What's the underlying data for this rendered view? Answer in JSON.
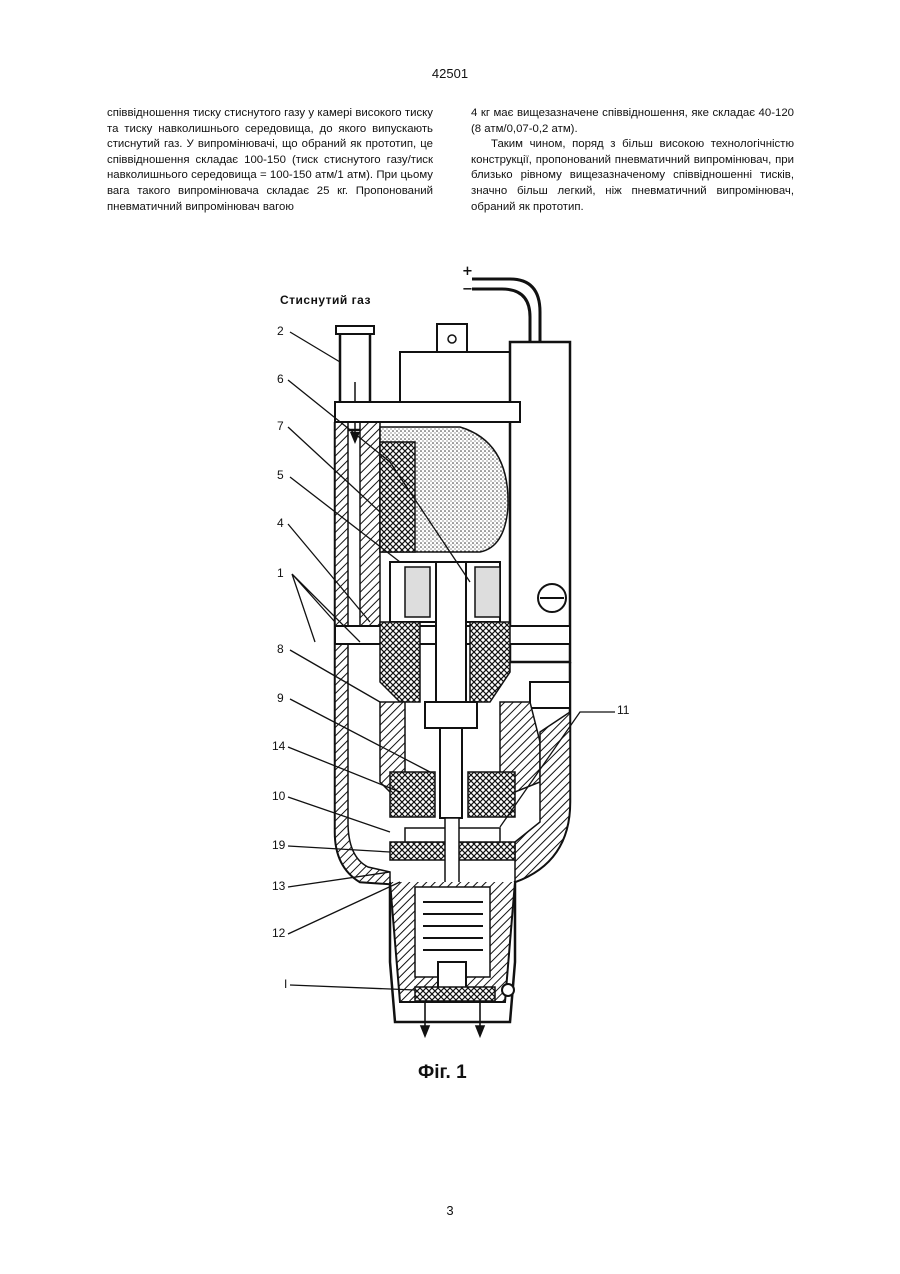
{
  "header": {
    "page_id": "42501"
  },
  "left_column": {
    "paragraphs": [
      "співвідношення тиску стиснутого газу у камері високого тиску та тиску навколишнього середовища, до якого випускають стиснутий газ. У випромінювачі, що обраний як прототип, це співвідношення складає 100-150 (тиск стиснутого газу/тиск навколишнього середовища = 100-150 атм/1 атм). При цьому вага такого випромінювача складає 25 кг. Пропонований пневматичний випромінювач вагою"
    ]
  },
  "right_column": {
    "paragraphs": [
      "4 кг має вищезазначене співвідношення, яке складає 40-120 (8 атм/0,07-0,2 атм).",
      "Таким чином, поряд з більш високою технологічністю конструкції, пропонований пневматичний випромінювач, при близько рівному вищезазначеному співвідношенні тисків, значно більш легкий, ніж пневматичний випромінювач, обраний як прототип."
    ]
  },
  "figure": {
    "gas_label": "Стиснутий газ",
    "plus": "+",
    "minus": "−",
    "caption": "Фіг. 1",
    "labels": {
      "l2": "2",
      "l6": "6",
      "l7": "7",
      "l5": "5",
      "l4": "4",
      "l1": "1",
      "l8": "8",
      "l9": "9",
      "l14": "14",
      "l10": "10",
      "l19": "19",
      "l13": "13",
      "l12": "12",
      "l11": "11",
      "lI": "I"
    }
  },
  "footer": {
    "page_number": "3"
  }
}
